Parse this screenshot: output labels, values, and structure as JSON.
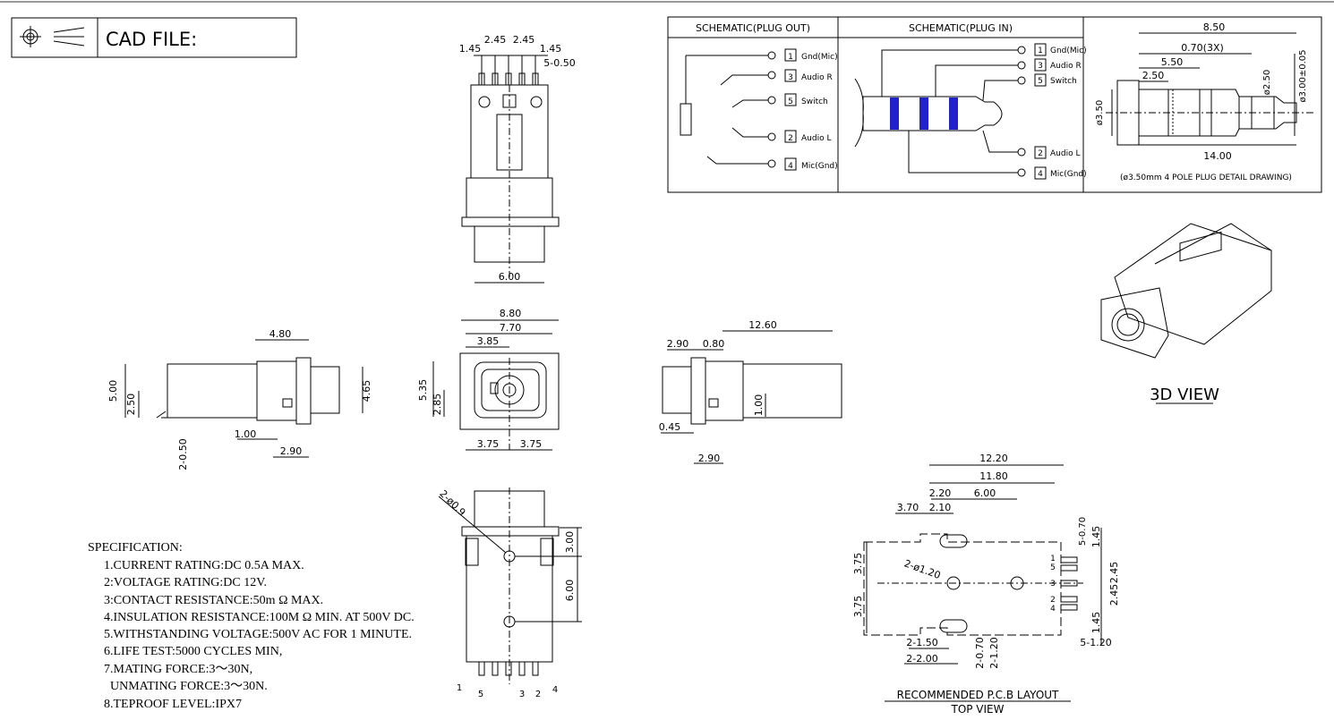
{
  "header": {
    "title": "CAD FILE:"
  },
  "schematic": {
    "plug_out_title": "SCHEMATIC(PLUG OUT)",
    "plug_in_title": "SCHEMATIC(PLUG IN)",
    "pins": [
      {
        "num": "1",
        "label": "Gnd(Mic)"
      },
      {
        "num": "3",
        "label": "Audio R"
      },
      {
        "num": "5",
        "label": "Switch"
      },
      {
        "num": "2",
        "label": "Audio L"
      },
      {
        "num": "4",
        "label": "Mic(Gnd)"
      }
    ]
  },
  "plug_detail": {
    "caption": "(ø3.50mm  4 POLE PLUG DETAIL DRAWING)",
    "dims": {
      "d850": "8.50",
      "d070": "0.70(3X)",
      "d550": "5.50",
      "d250": "2.50",
      "d1400": "14.00",
      "dia350": "ø3.50",
      "dia250": "ø2.50",
      "dia300": "ø3.00±0.05"
    }
  },
  "top_view_dims": {
    "a": "1.45",
    "b": "2.45",
    "c": "2.45",
    "d": "1.45",
    "e": "5-0.50",
    "w": "6.00"
  },
  "side_left_dims": {
    "a": "4.80",
    "b": "5.00",
    "c": "2.50",
    "d": "4.65",
    "e": "1.00",
    "f": "2.90",
    "g": "2-0.50"
  },
  "front_dims": {
    "a": "8.80",
    "b": "7.70",
    "c": "3.85",
    "d": "5.35",
    "e": "2.85",
    "f": "3.75",
    "g": "3.75"
  },
  "side_right_dims": {
    "a": "12.60",
    "b": "2.90",
    "c": "0.80",
    "d": "1.00",
    "e": "0.45",
    "f": "2.90"
  },
  "bottom_dims": {
    "a": "2-ø0.9",
    "b": "3.00",
    "c": "6.00"
  },
  "bottom_pins": [
    "1",
    "5",
    "3",
    "2",
    "4"
  ],
  "view3d_label": "3D VIEW",
  "specification": {
    "title": "SPECIFICATION:",
    "items": [
      "1.CURRENT RATING:DC 0.5A MAX.",
      "2:VOLTAGE RATING:DC 12V.",
      "3:CONTACT RESISTANCE:50m Ω  MAX.",
      "4.INSULATION RESISTANCE:100M Ω  MIN.  AT 500V DC.",
      "5.WITHSTANDING VOLTAGE:500V AC FOR 1 MINUTE.",
      "6.LIFE TEST:5000 CYCLES MIN,",
      "7.MATING FORCE:3～30N,",
      "  UNMATING FORCE:3～30N.",
      "8.TEPROOF LEVEL:IPX7"
    ]
  },
  "pcb": {
    "title": "RECOMMENDED  P.C.B  LAYOUT",
    "subtitle": "TOP  VIEW",
    "dims": {
      "w1220": "12.20",
      "w1180": "11.80",
      "d220": "2.20",
      "d600": "6.00",
      "d370": "3.70",
      "d210": "2.10",
      "h375a": "3.75",
      "h375b": "3.75",
      "hole": "2-ø1.20",
      "s150": "2-1.50",
      "s200": "2-2.00",
      "s070": "2-0.70",
      "s120": "2-1.20",
      "p070": "5-0.70",
      "p145a": "1.45",
      "p245a": "2.45",
      "p245b": "2.45",
      "p145b": "1.45",
      "p5120": "5-1.20"
    },
    "pins": [
      "1",
      "5",
      "3",
      "2",
      "4"
    ]
  }
}
